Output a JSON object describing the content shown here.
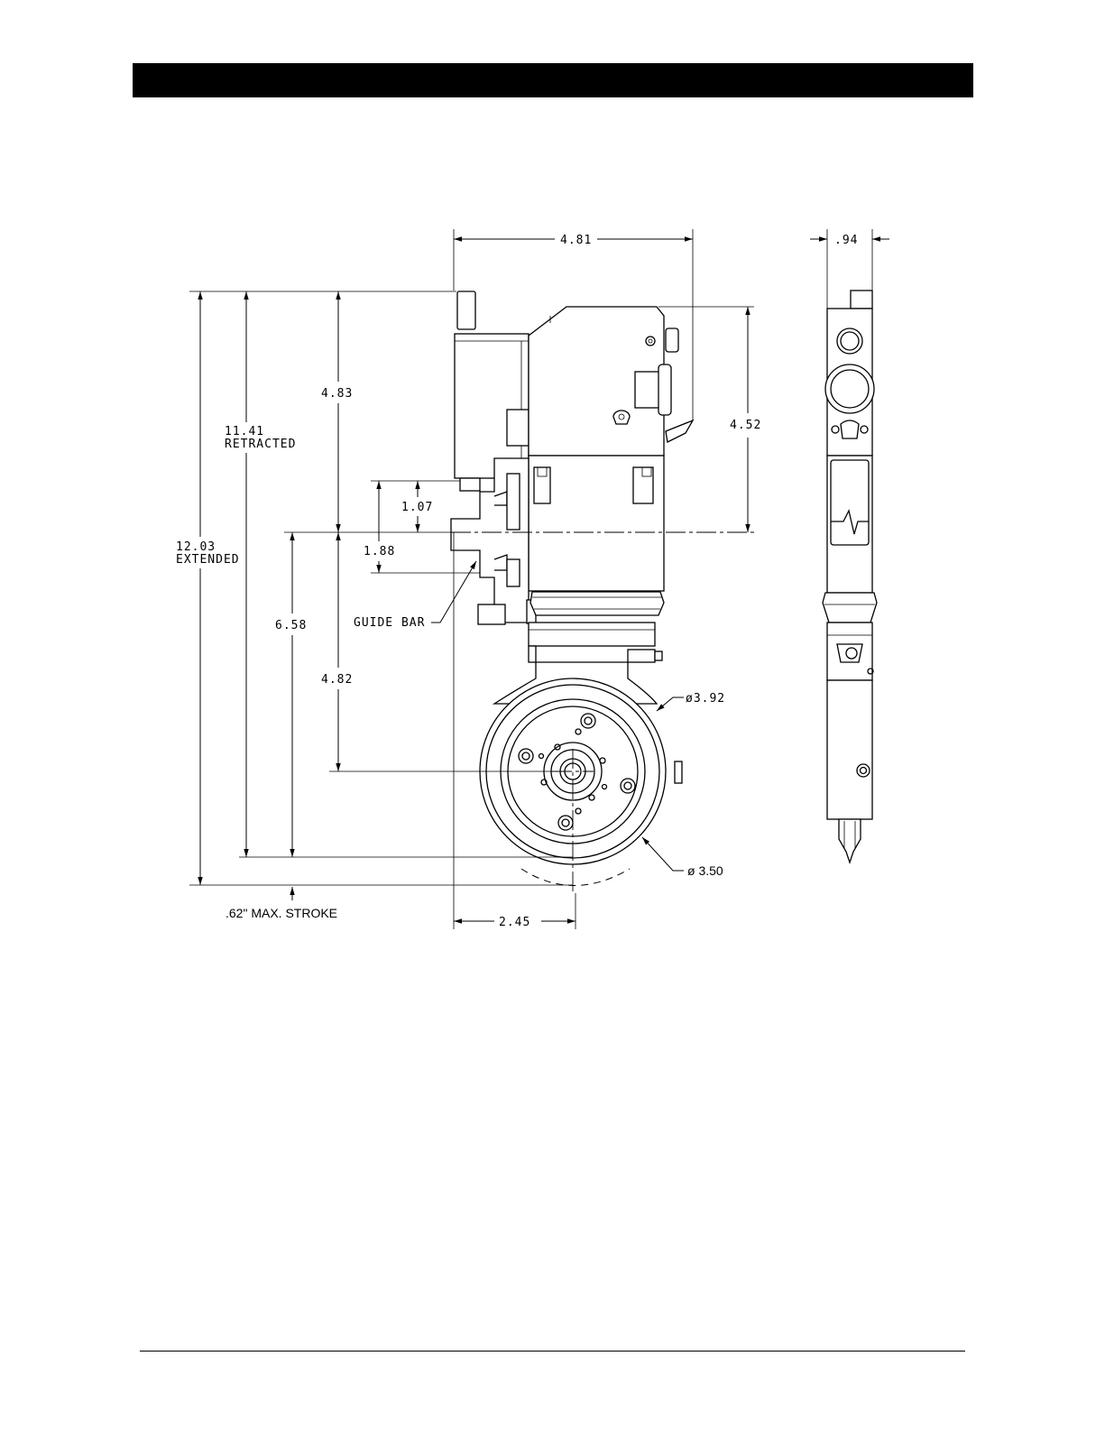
{
  "drawing": {
    "dimensions": {
      "top_width": "4.81",
      "side_width": ".94",
      "upper_height": "4.83",
      "retracted_value": "11.41",
      "retracted_label": "RETRACTED",
      "extended_value": "12.03",
      "extended_label": "EXTENDED",
      "guide_upper": "1.07",
      "guide_total": "1.88",
      "lower_height": "6.58",
      "center_height": "4.82",
      "right_height": "4.52",
      "outer_diameter": "ø3.92",
      "inner_diameter": "ø 3.50",
      "bottom_offset": "2.45"
    },
    "labels": {
      "guide_bar": "GUIDE BAR",
      "stroke_note": ".62\" MAX. STROKE"
    }
  }
}
